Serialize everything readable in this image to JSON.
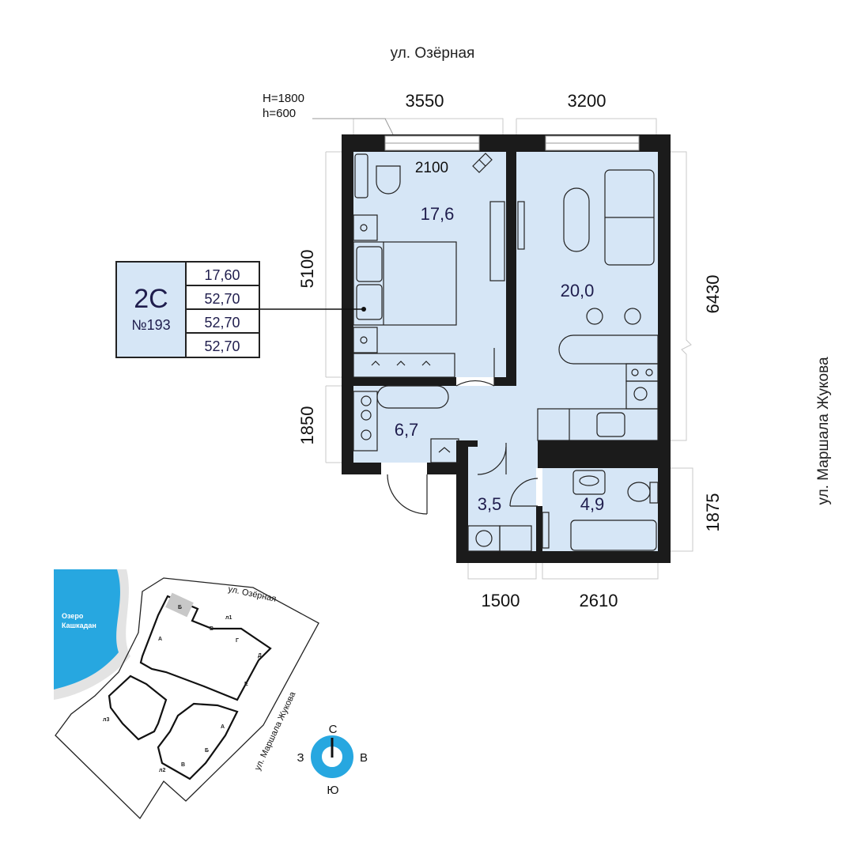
{
  "streets": {
    "top": "ул. Озёрная",
    "right": "ул. Маршала Жукова"
  },
  "window_note": {
    "H": "H=1800",
    "h": "h=600"
  },
  "dimensions": {
    "top_left": "3550",
    "top_right": "3200",
    "window_width": "2100",
    "left_upper": "5100",
    "left_lower": "1850",
    "right_upper": "6430",
    "right_lower": "1875",
    "bottom_left": "1500",
    "bottom_right": "2610"
  },
  "rooms": {
    "bedroom": "17,6",
    "living": "20,0",
    "hall": "6,7",
    "laundry": "3,5",
    "bathroom": "4,9"
  },
  "info_box": {
    "type": "2С",
    "number": "№193",
    "areas": [
      "17,60",
      "52,70",
      "52,70",
      "52,70"
    ]
  },
  "site_map": {
    "lake": "Озеро\nКашкадан",
    "lake_line1": "Озеро",
    "lake_line2": "Кашкадан",
    "street_top": "ул. Озёрная",
    "street_right": "ул. Маршала Жукова",
    "buildings": {
      "l1": "л1",
      "l2": "л2",
      "l3": "л3"
    },
    "sections_l1": [
      "А",
      "Б",
      "В",
      "Г",
      "Д",
      "Е"
    ],
    "sections_l2": [
      "А",
      "Б",
      "В"
    ]
  },
  "compass": {
    "n": "С",
    "s": "Ю",
    "w": "З",
    "e": "В"
  },
  "colors": {
    "room": "#d6e6f6",
    "wall": "#1b1b1b",
    "lake": "#27a7e0",
    "text": "#1f1d4d",
    "highlight": "#c8c8c8"
  }
}
